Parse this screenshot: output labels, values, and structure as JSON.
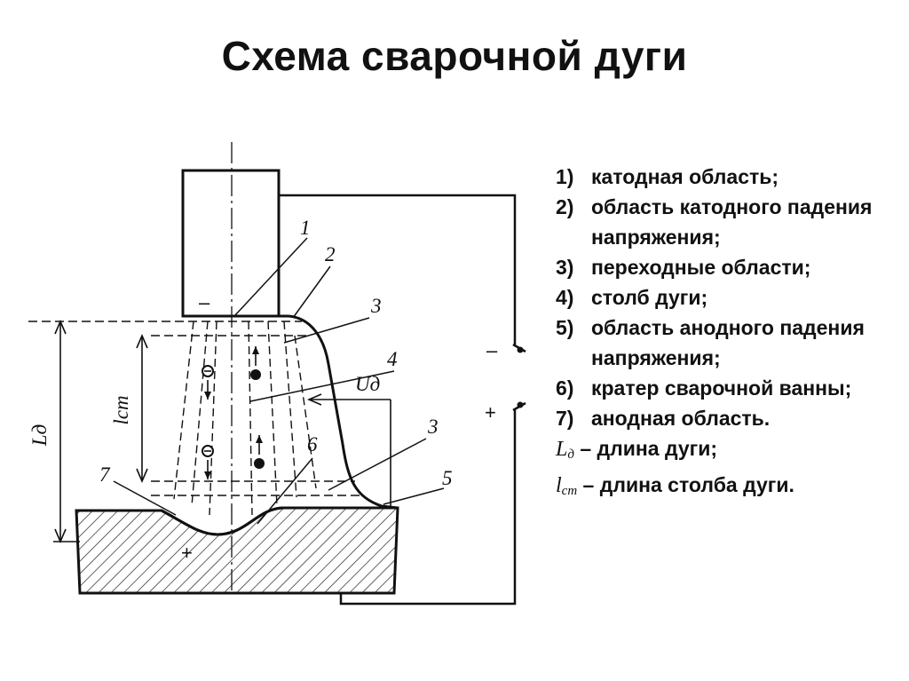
{
  "title": "Схема сварочной дуги",
  "legend": [
    {
      "num": "1)",
      "text": "катодная область;"
    },
    {
      "num": "2)",
      "text": "область катодного падения напряжения;"
    },
    {
      "num": "3)",
      "text": "переходные области;"
    },
    {
      "num": "4)",
      "text": "столб дуги;"
    },
    {
      "num": "5)",
      "text": "область анодного падения напряжения;"
    },
    {
      "num": "6)",
      "text": "кратер сварочной ванны;"
    },
    {
      "num": "7)",
      "text": "анодная область."
    }
  ],
  "definitions": [
    {
      "symbol": "L",
      "sub": "д",
      "text": " – длина дуги;"
    },
    {
      "symbol": "l",
      "sub": "cm",
      "text": " – длина столба дуги."
    }
  ],
  "diagram": {
    "callouts": [
      "1",
      "2",
      "3",
      "4",
      "3",
      "5",
      "6",
      "7"
    ],
    "dim_arc_length": "Lд",
    "dim_column_length": "lcm",
    "voltage_label": "Uд",
    "electrode_sign": "–",
    "workpiece_sign": "+",
    "terminal_minus": "–",
    "terminal_plus": "+"
  }
}
